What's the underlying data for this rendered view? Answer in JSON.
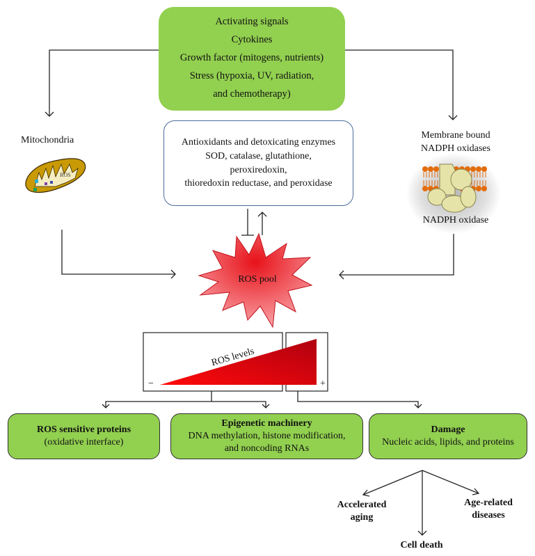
{
  "activating_box": {
    "lines": [
      "Activating signals",
      "Cytokines",
      "Growth factor (mitogens, nutrients)",
      "Stress (hypoxia, UV, radiation,",
      "and chemotherapy)"
    ]
  },
  "mitochondria": {
    "label": "Mitochondria",
    "icon_text": "ROS"
  },
  "antioxidants_box": {
    "lines": [
      "Antioxidants and detoxicating enzymes",
      "SOD, catalase, glutathione,",
      "peroxiredoxin,",
      "thioredoxin reductase, and peroxidase"
    ]
  },
  "nadph": {
    "title_lines": [
      "Membrane bound",
      "NADPH oxidases"
    ],
    "caption": "NADPH oxidase"
  },
  "ros_pool": {
    "label": "ROS pool"
  },
  "ros_levels": {
    "label": "ROS levels",
    "minus": "−",
    "plus": "+"
  },
  "outcome_boxes": [
    {
      "title": "ROS sensitive proteins",
      "lines": [
        "(oxidative interface)"
      ]
    },
    {
      "title": "Epigenetic machinery",
      "lines": [
        "DNA methylation, histone modification,",
        "and noncoding RNAs"
      ]
    },
    {
      "title": "Damage",
      "lines": [
        "Nucleic acids, lipids, and proteins"
      ]
    }
  ],
  "damage_outcomes": {
    "left": [
      "Accelerated",
      "aging"
    ],
    "right": [
      "Age-related",
      "diseases"
    ],
    "bottom": "Cell death"
  },
  "colors": {
    "green_fill": "#92d050",
    "ros_red": "#e8121a",
    "antiox_border": "#4a6c9b",
    "mito_fill": "#c99a06",
    "lipid_orange": "#e36c0a",
    "protein_fill": "#e6e3a8"
  }
}
